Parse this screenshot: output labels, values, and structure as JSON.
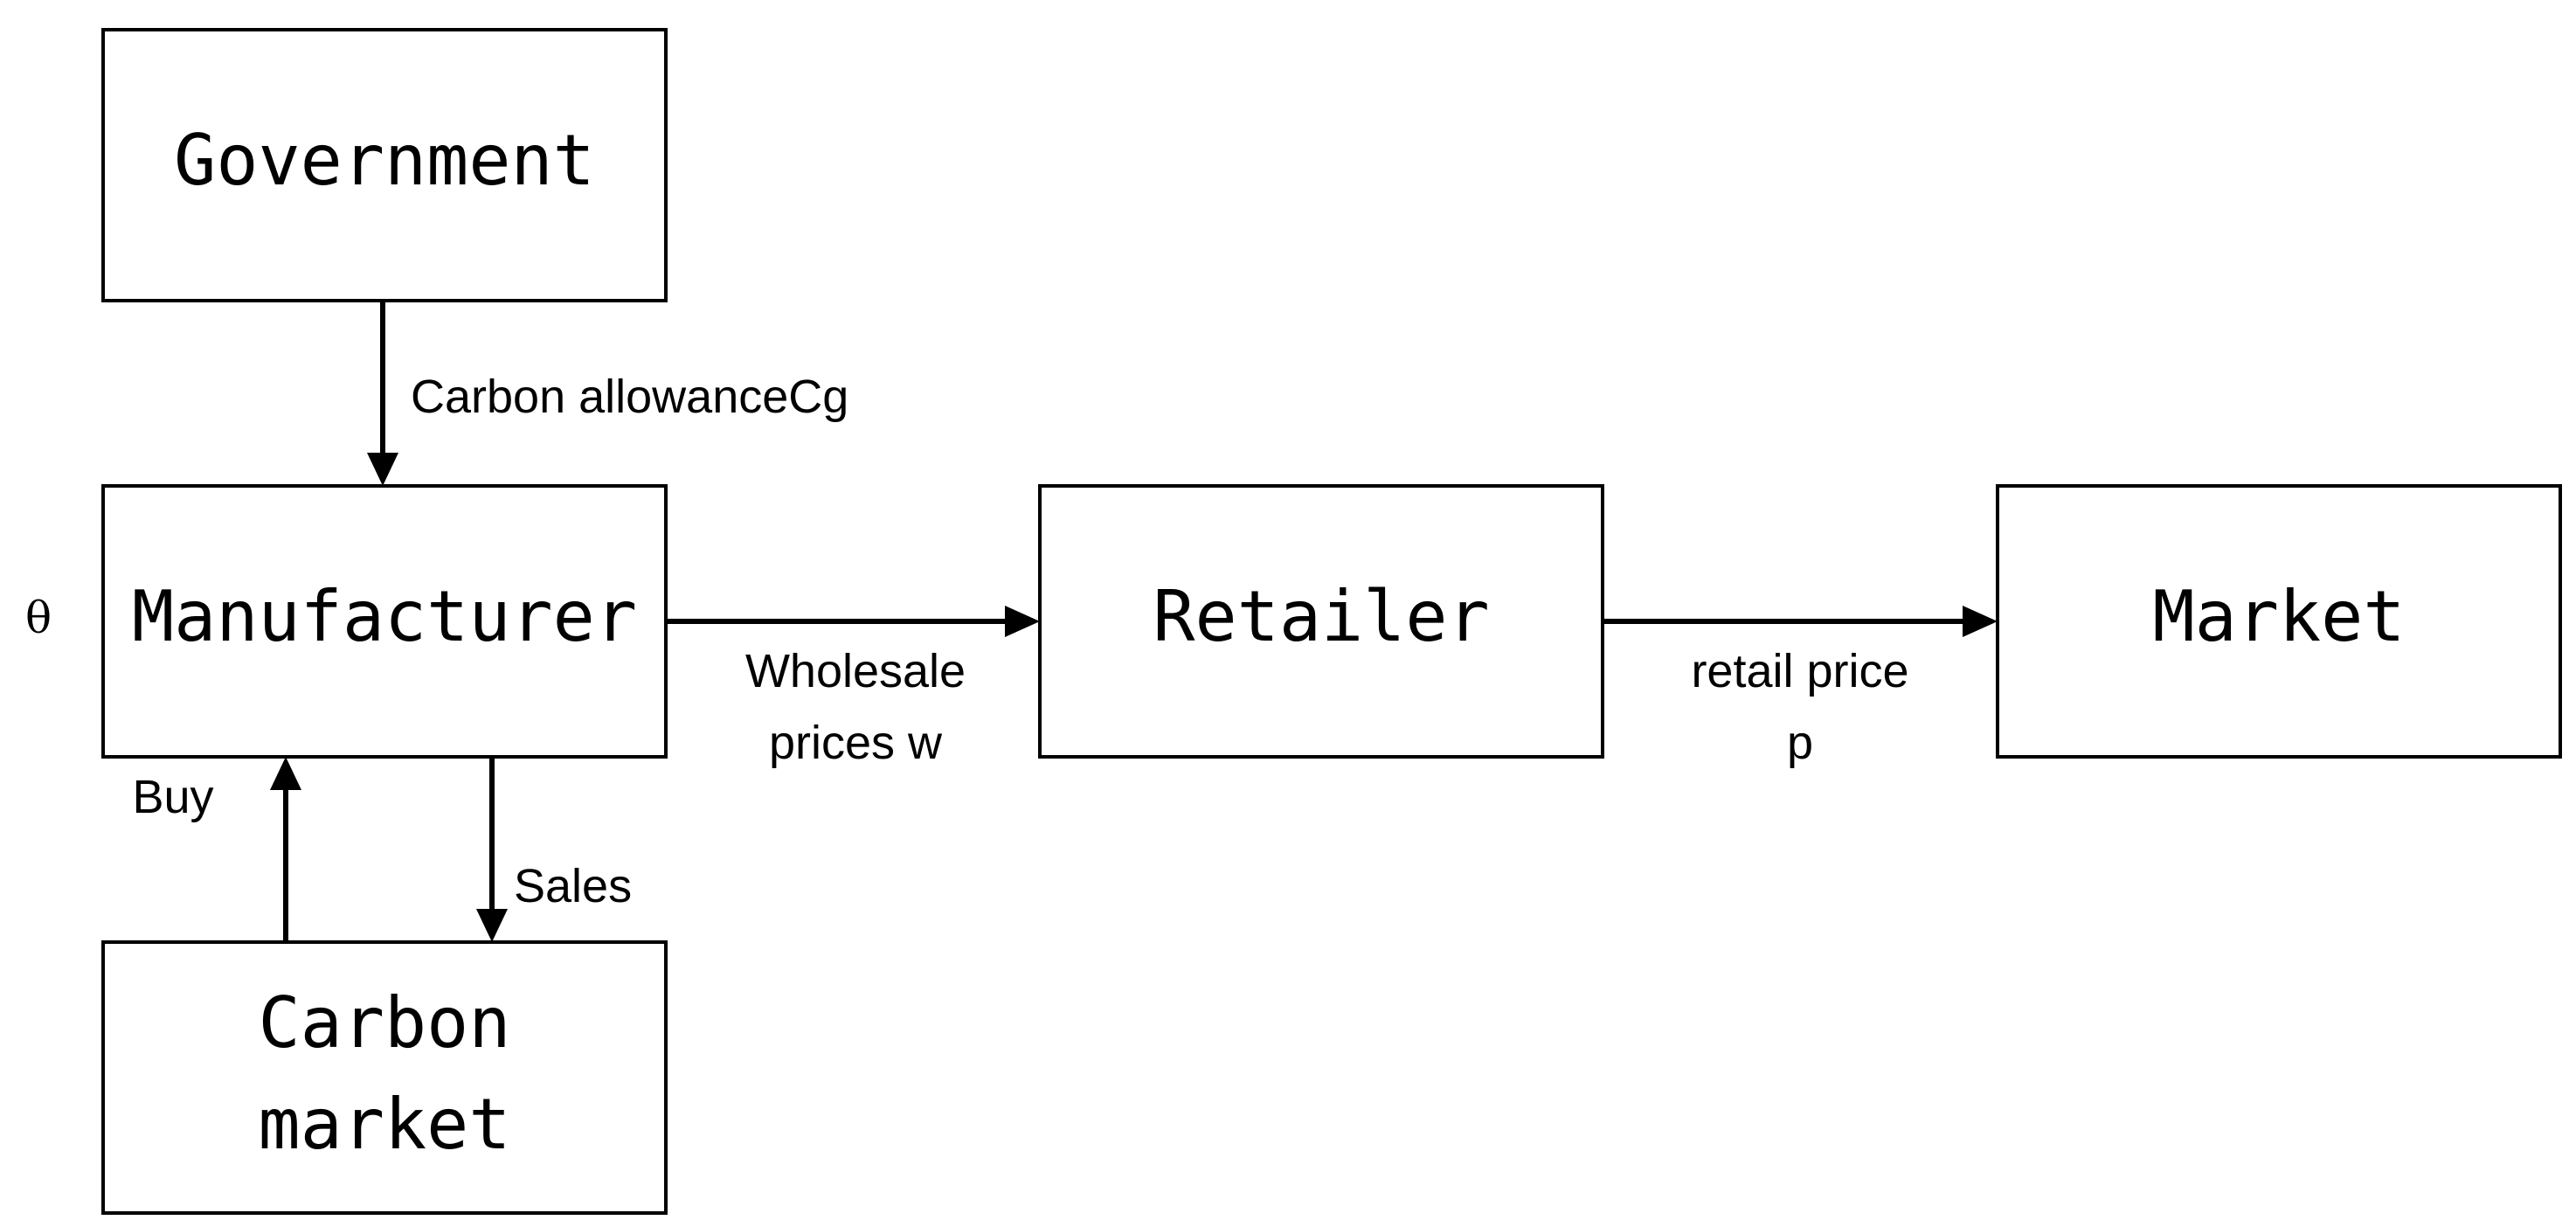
{
  "nodes": {
    "government": {
      "label": "Government"
    },
    "manufacturer": {
      "label": "Manufacturer"
    },
    "retailer": {
      "label": "Retailer"
    },
    "market": {
      "label": "Market"
    },
    "carbon_market": {
      "line1": "Carbon",
      "line2": "market"
    }
  },
  "edges": {
    "government_to_manufacturer": {
      "label": "Carbon allowanceCg"
    },
    "manufacturer_to_retailer": {
      "line1": "Wholesale",
      "line2": "prices w"
    },
    "retailer_to_market": {
      "line1": "retail price",
      "line2": "p"
    },
    "buy": {
      "label": "Buy"
    },
    "sales": {
      "label": "Sales"
    }
  },
  "parameter": {
    "label": "θ"
  }
}
